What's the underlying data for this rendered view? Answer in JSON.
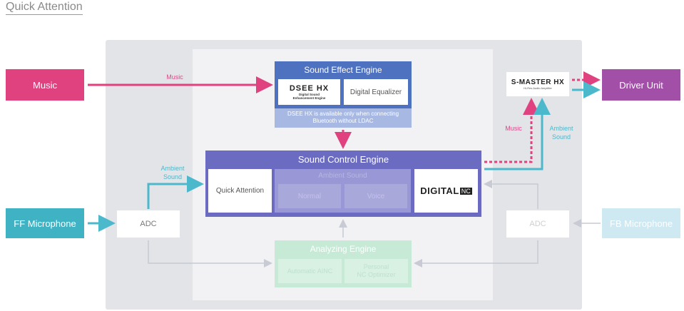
{
  "title": "Quick Attention",
  "sources": {
    "music": "Music",
    "ff_microphone": "FF Microphone",
    "fb_microphone": "FB Microphone",
    "driver_unit": "Driver Unit"
  },
  "adc": {
    "left": "ADC",
    "right": "ADC"
  },
  "s_master": {
    "logo": "S-MASTER HX",
    "sub": "Hi-Res Audio Amplifier"
  },
  "sound_effect_engine": {
    "title": "Sound Effect Engine",
    "dsee_logo": "DSEE HX",
    "dsee_sub": "Digital Sound\nEnhancement Engine",
    "equalizer": "Digital Equalizer",
    "note": "DSEE HX is available only when connecting\nBluetooth without LDAC"
  },
  "sound_control_engine": {
    "title": "Sound Control Engine",
    "quick_attention": "Quick Attention",
    "ambient_sound": "Ambient Sound",
    "normal": "Normal",
    "voice": "Voice",
    "digital_nc": "DIGITAL",
    "digital_nc_badge": "NC"
  },
  "analyzing_engine": {
    "title": "Analyzing Engine",
    "automatic_ainc": "Automatic AINC",
    "personal_nc": "Personal\nNC Optimizer"
  },
  "flow_labels": {
    "music_in": "Music",
    "ambient_in": "Ambient\nSound",
    "music_out": "Music",
    "ambient_out": "Ambient\nSound"
  },
  "colors": {
    "music": "#e0417f",
    "driver": "#a24fa8",
    "ambient": "#3fb3c4",
    "sound_effect": "#4e72c0",
    "sound_control": "#6c6bc2",
    "analyzing": "#c7ead6"
  }
}
